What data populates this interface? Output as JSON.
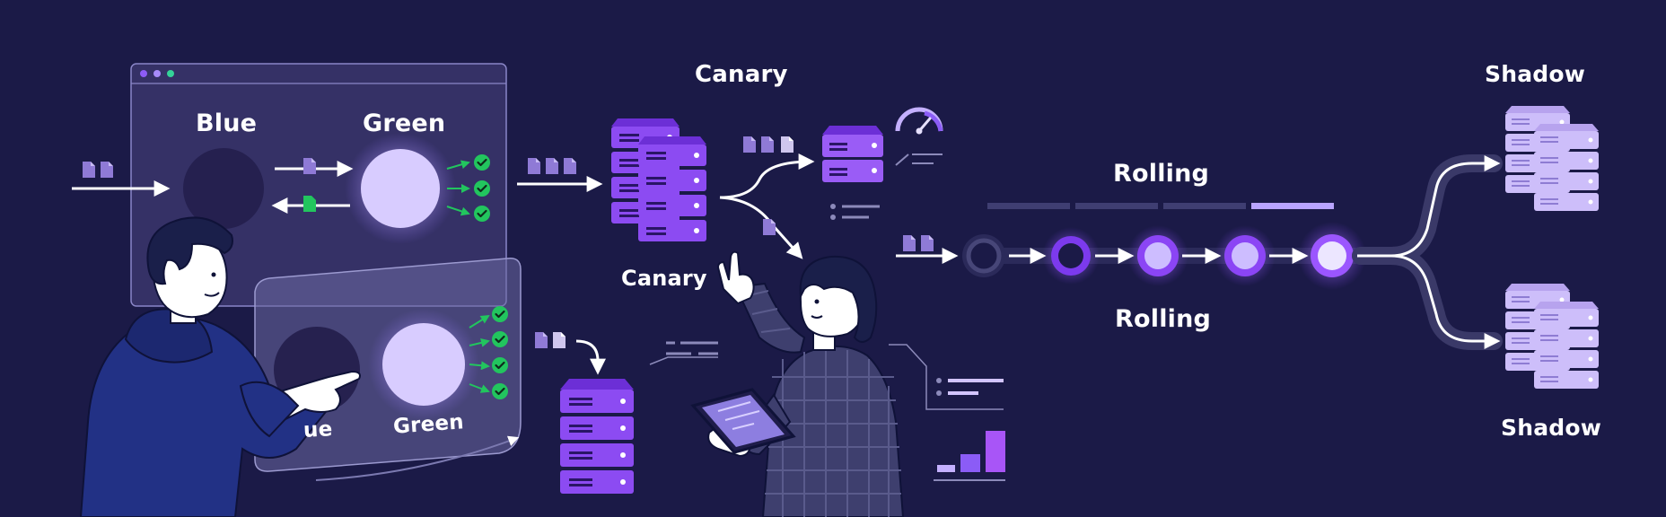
{
  "labels": {
    "blue_top": "Blue",
    "green_top": "Green",
    "blue_partial": "ue",
    "green_bottom": "Green",
    "canary_top": "Canary",
    "canary_mid": "Canary",
    "rolling_top": "Rolling",
    "rolling_bottom": "Rolling",
    "shadow_top": "Shadow",
    "shadow_bottom": "Shadow"
  },
  "colors": {
    "background": "#1b1a47",
    "accent_purple": "#7c3aed",
    "light_lavender": "#d2c4ff",
    "check_green": "#22c55e",
    "navy_figure": "#223185"
  },
  "icons": [
    "document-icon",
    "check-icon",
    "server-rack-icon",
    "gauge-icon",
    "tablet-icon",
    "bar-chart-icon",
    "browser-window-icon"
  ]
}
